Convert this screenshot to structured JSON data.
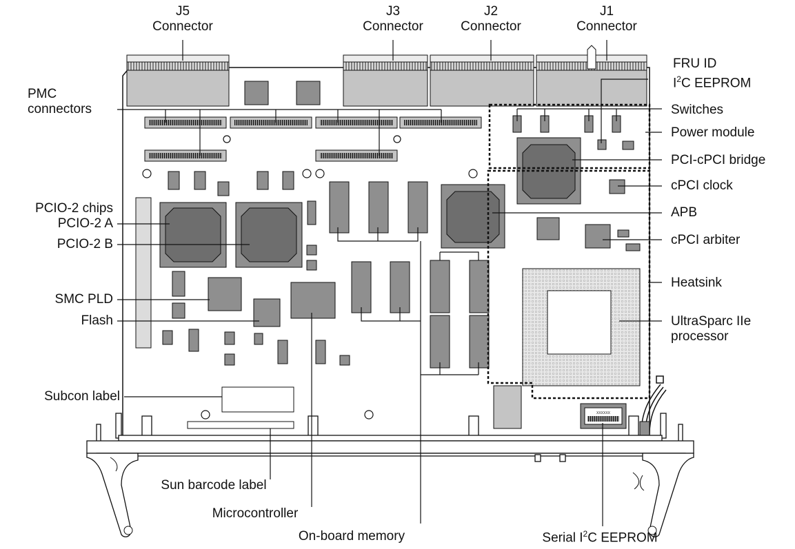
{
  "labels": {
    "j5": [
      "J5",
      "Connector"
    ],
    "j3": [
      "J3",
      "Connector"
    ],
    "j2": [
      "J2",
      "Connector"
    ],
    "j1": [
      "J1",
      "Connector"
    ],
    "fru": {
      "line1": "FRU ID",
      "line2_prefix": "I",
      "line2_sup": "2",
      "line2_suffix": "C EEPROM"
    },
    "pmc": [
      "PMC",
      "connectors"
    ],
    "switches": "Switches",
    "power_module": "Power module",
    "pci_cpci_bridge": "PCI-cPCI bridge",
    "cpci_clock": "cPCI clock",
    "apb": "APB",
    "cpci_arbiter": "cPCI arbiter",
    "heatsink": "Heatsink",
    "ultrasparc": [
      "UltraSparc IIe",
      "processor"
    ],
    "pcio2_chips": "PCIO-2 chips",
    "pcio2_a": "PCIO-2 A",
    "pcio2_b": "PCIO-2 B",
    "smc_pld": "SMC PLD",
    "flash": "Flash",
    "subcon_label": "Subcon label",
    "sun_barcode": "Sun barcode label",
    "microcontroller": "Microcontroller",
    "onboard_memory": "On-board memory",
    "serial_eeprom": {
      "prefix": "Serial I",
      "sup": "2",
      "suffix": "C EEPROM"
    },
    "eeprom_chip_text": "XXXXXX"
  },
  "colors": {
    "board": "#ffffff",
    "chip": "#8f8f8f",
    "connector": "#c4c4c4",
    "line": "#111111"
  }
}
